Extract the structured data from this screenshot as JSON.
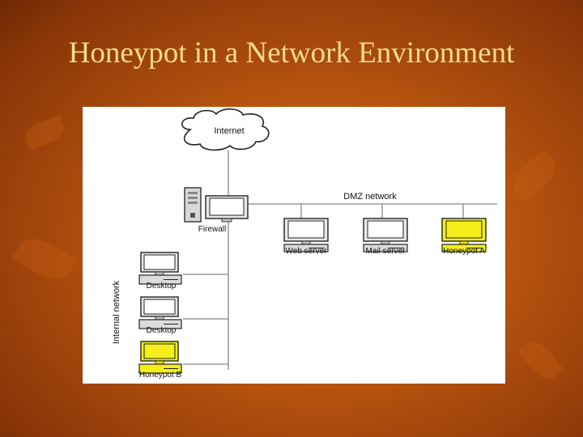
{
  "slide": {
    "title": "Honeypot in a Network Environment"
  },
  "diagram": {
    "internet_label": "Internet",
    "dmz_label": "DMZ network",
    "internal_label": "Internal network",
    "firewall": {
      "label": "Firewall"
    },
    "dmz_nodes": [
      {
        "label": "Web server",
        "highlight": false
      },
      {
        "label": "Mail server",
        "highlight": false
      },
      {
        "label": "Honeypot A",
        "highlight": true
      }
    ],
    "internal_nodes": [
      {
        "label": "Desktop",
        "highlight": false
      },
      {
        "label": "Desktop",
        "highlight": false
      },
      {
        "label": "Honeypot B",
        "highlight": true
      }
    ],
    "colors": {
      "background": "#b5520f",
      "title": "#f6dd8c",
      "honeypot": "#f4ef1a",
      "normal_screen": "#ffffff"
    }
  }
}
